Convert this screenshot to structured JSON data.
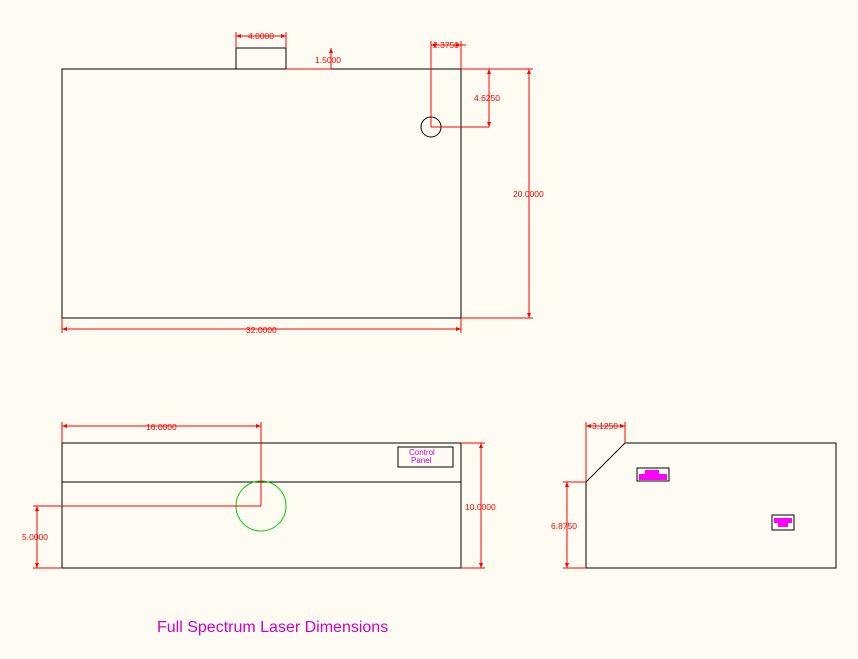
{
  "title": "Full Spectrum Laser Dimensions",
  "colors": {
    "background": "#fefcf2",
    "outline": "#000000",
    "dimension": "#ff0000",
    "annotation": "#cc00cc",
    "exhaust_port_front": "#00cc00",
    "accent_parts": "#ff00ff"
  },
  "top_view": {
    "dims": {
      "tab_width": "4.0000",
      "tab_offset": "1.5000",
      "port_from_right": "2.3750",
      "port_from_top": "4.6250",
      "depth": "20.0000",
      "width": "32.0000"
    }
  },
  "front_view": {
    "control_panel_label_line1": "Control",
    "control_panel_label_line2": "Panel",
    "dims": {
      "port_from_left": "16.0000",
      "port_height": "5.0000",
      "height": "10.0000"
    }
  },
  "side_view": {
    "dims": {
      "bevel_width": "3.1250",
      "bevel_height": "6.8750"
    }
  }
}
